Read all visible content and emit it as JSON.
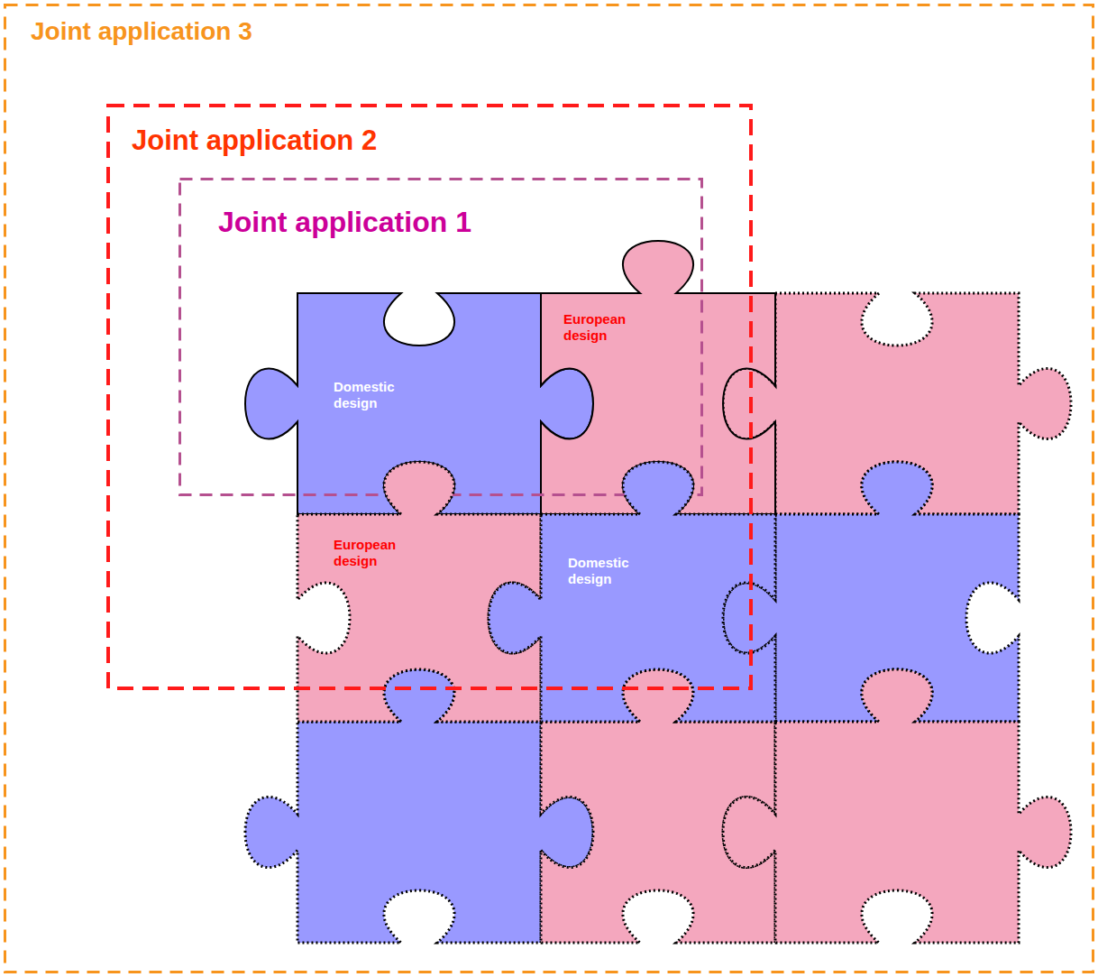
{
  "diagram": {
    "nodes": [
      {
        "text": [
          "Joint application 3"
        ]
      },
      {
        "text": [
          "Joint application 2"
        ],
        "in": 0
      },
      {
        "text": [
          "Joint application 1"
        ],
        "in": 1
      },
      {
        "text": [
          "Domestic design"
        ],
        "in": 2
      },
      {
        "text": [
          "European design"
        ],
        "in": 2
      },
      {
        "text": [
          "European design"
        ],
        "in": 1
      },
      {
        "text": [
          "Domestic design"
        ],
        "in": 1
      }
    ]
  }
}
